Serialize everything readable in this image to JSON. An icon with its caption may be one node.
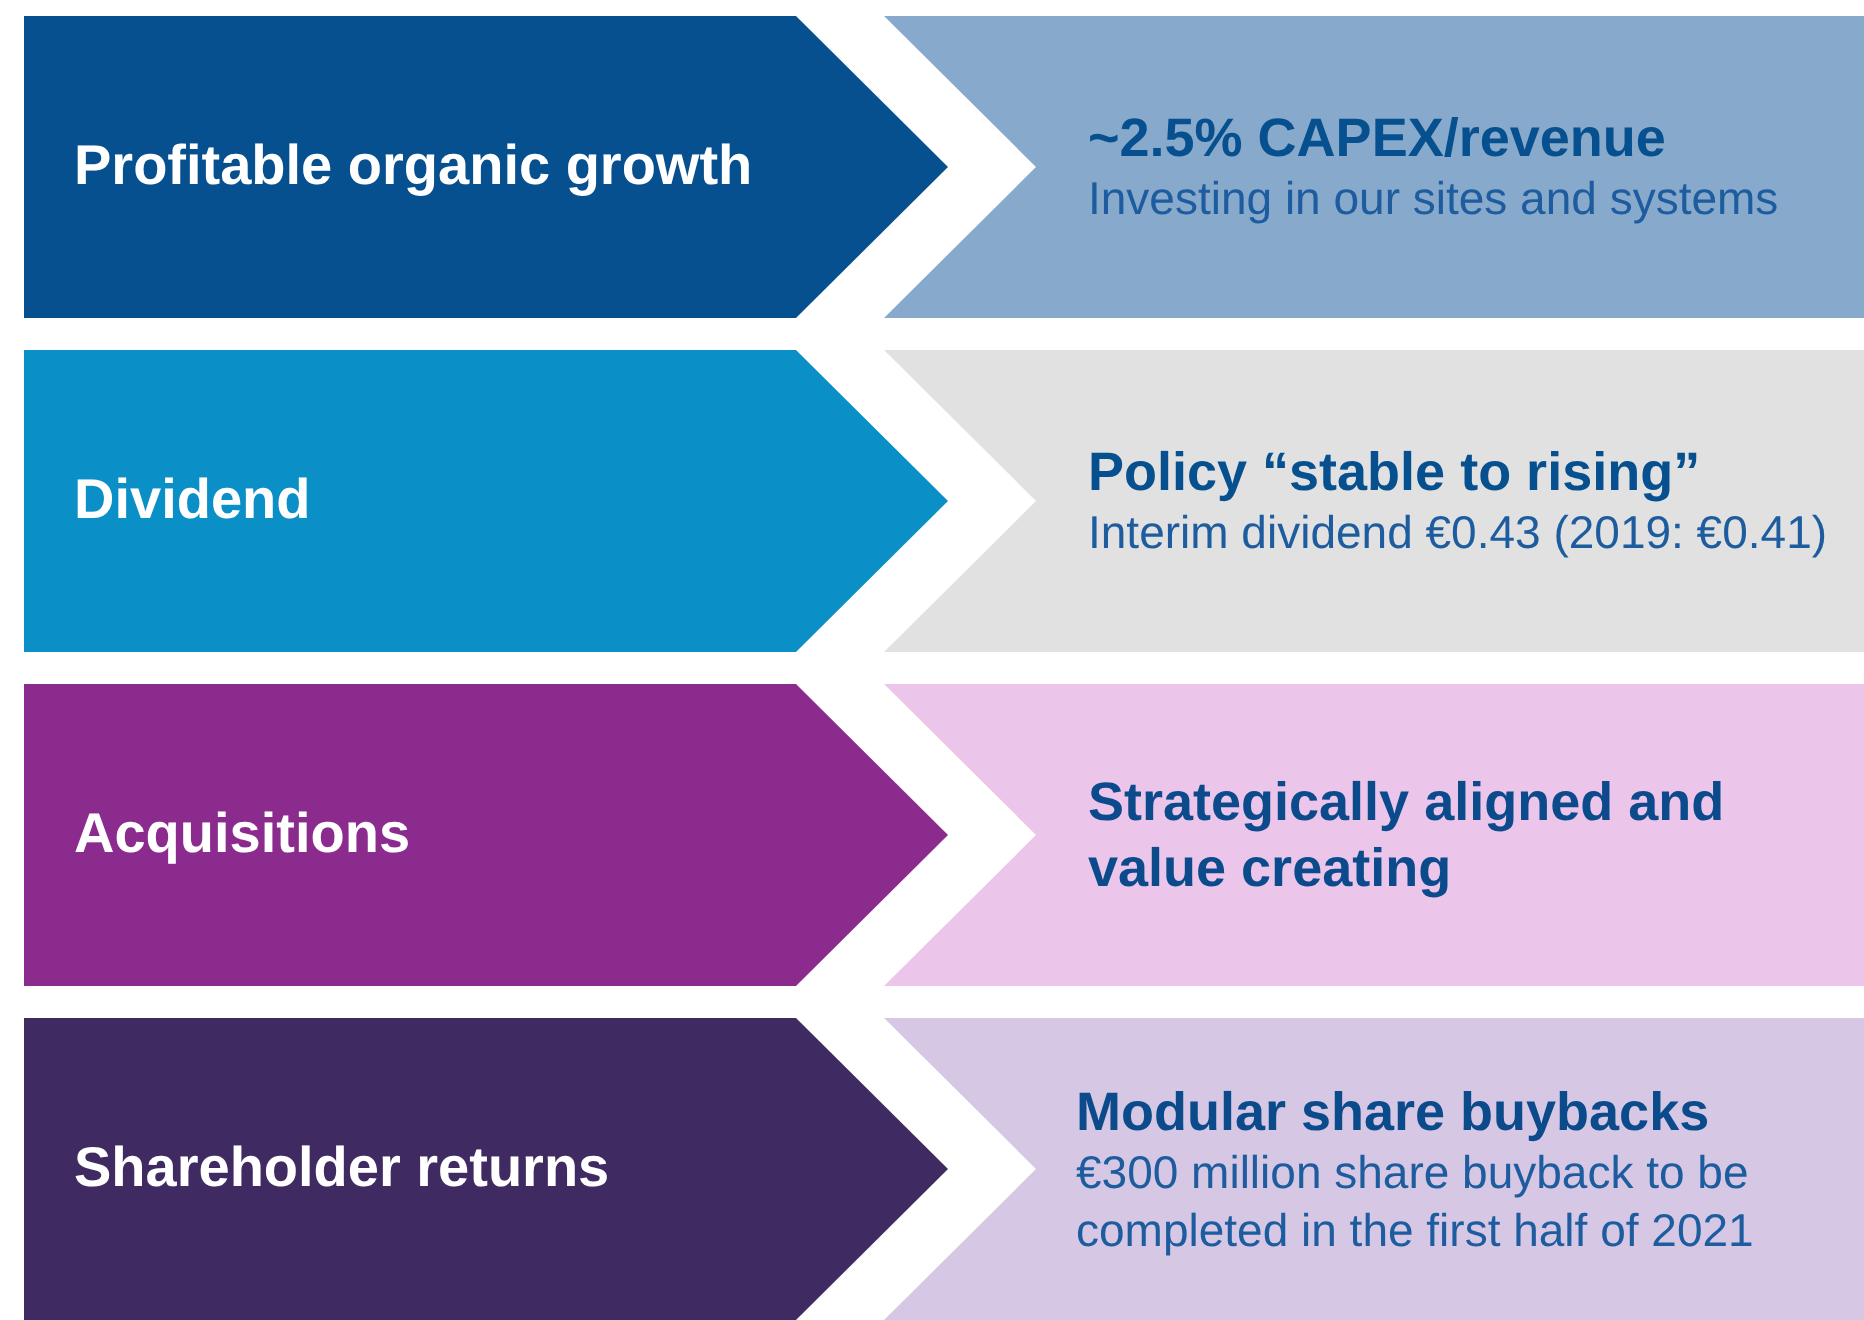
{
  "diagram": {
    "nodes": [
      {
        "text": [
          "Profitable organic growth"
        ]
      },
      {
        "text": [
          "~2.5% CAPEX/revenue",
          "Investing in our sites and systems"
        ]
      },
      {
        "text": [
          "Dividend"
        ]
      },
      {
        "text": [
          "Policy “stable to rising”",
          "Interim dividend €0.43 (2019:  €0.41)"
        ]
      },
      {
        "text": [
          "Acquisitions"
        ]
      },
      {
        "text": [
          "Strategically aligned and value creating"
        ]
      },
      {
        "text": [
          "Shareholder returns"
        ]
      },
      {
        "text": [
          "Modular share buybacks",
          "€300 million share buyback to be completed in the first half of 2021"
        ]
      }
    ]
  }
}
